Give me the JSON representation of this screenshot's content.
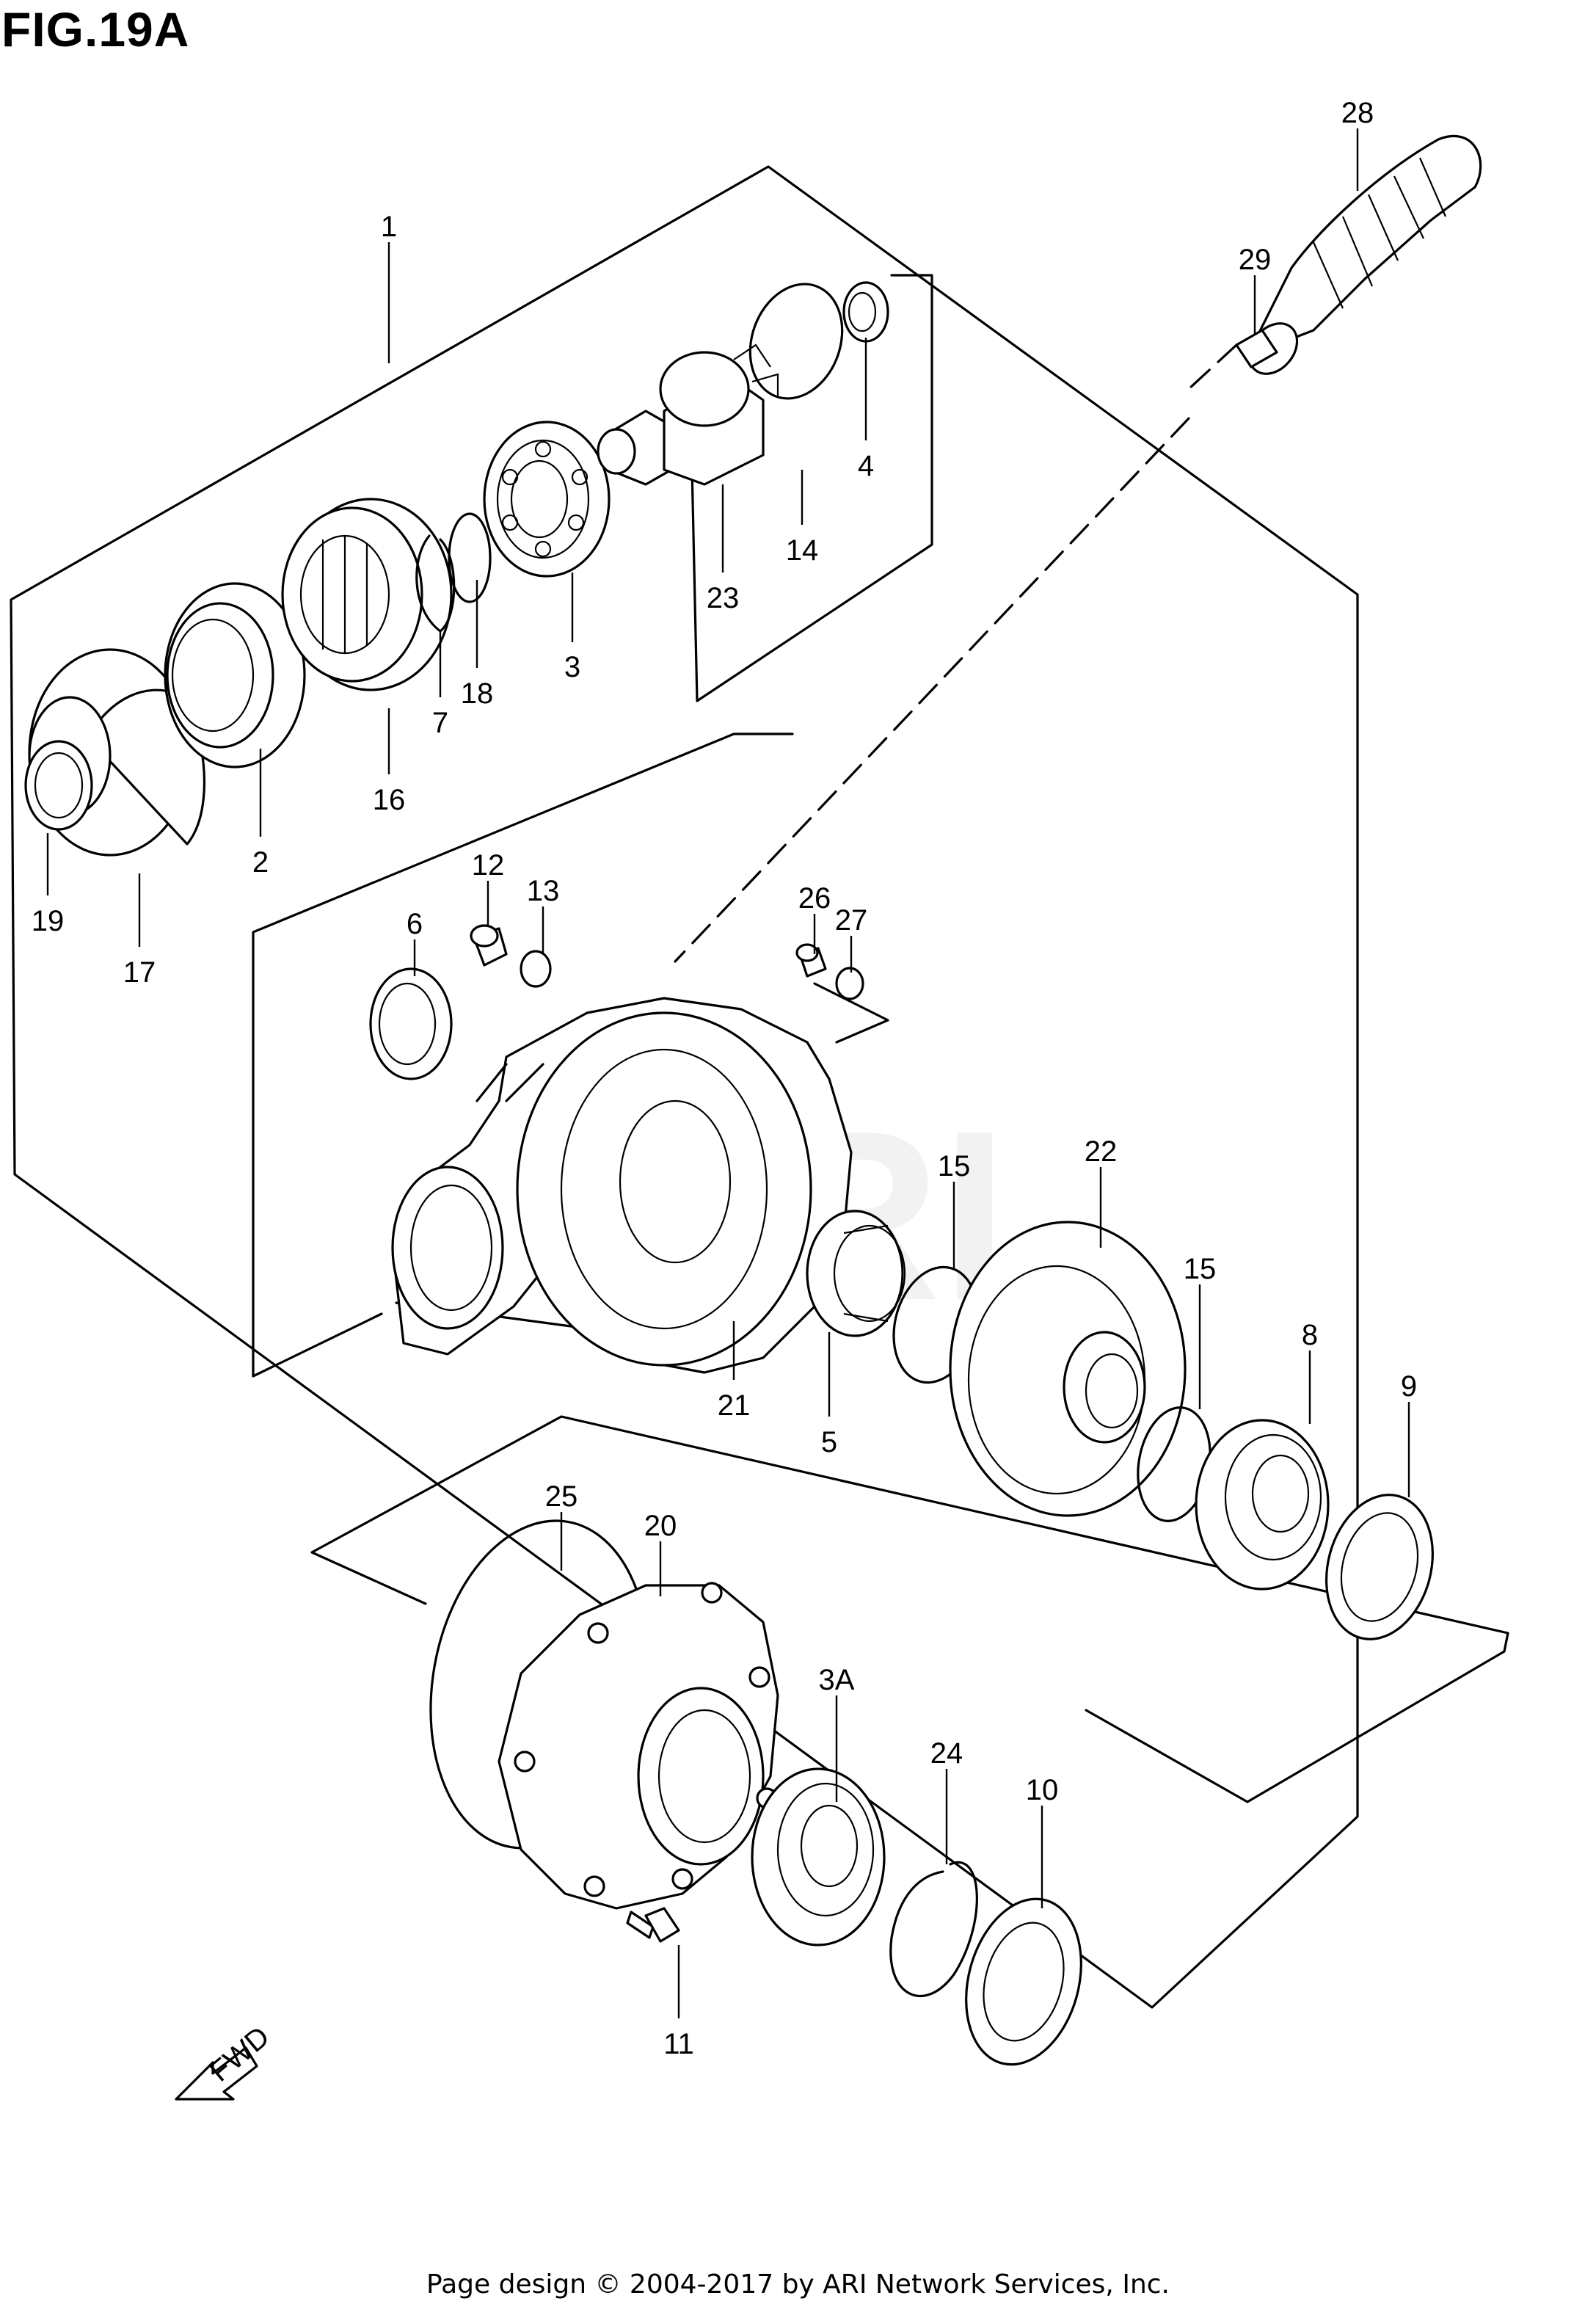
{
  "figure": {
    "title": "FIG.19A",
    "watermark": "ARI",
    "footer": "Page design © 2004-2017 by ARI Network Services, Inc.",
    "direction_label": "FWD"
  },
  "callouts": [
    {
      "id": "c1",
      "label": "1"
    },
    {
      "id": "c2",
      "label": "2"
    },
    {
      "id": "c3",
      "label": "3"
    },
    {
      "id": "c3a",
      "label": "3A"
    },
    {
      "id": "c4",
      "label": "4"
    },
    {
      "id": "c5",
      "label": "5"
    },
    {
      "id": "c6",
      "label": "6"
    },
    {
      "id": "c7",
      "label": "7"
    },
    {
      "id": "c8",
      "label": "8"
    },
    {
      "id": "c9",
      "label": "9"
    },
    {
      "id": "c10",
      "label": "10"
    },
    {
      "id": "c11",
      "label": "11"
    },
    {
      "id": "c12",
      "label": "12"
    },
    {
      "id": "c13",
      "label": "13"
    },
    {
      "id": "c14",
      "label": "14"
    },
    {
      "id": "c15a",
      "label": "15"
    },
    {
      "id": "c15b",
      "label": "15"
    },
    {
      "id": "c16",
      "label": "16"
    },
    {
      "id": "c17",
      "label": "17"
    },
    {
      "id": "c18",
      "label": "18"
    },
    {
      "id": "c19",
      "label": "19"
    },
    {
      "id": "c20",
      "label": "20"
    },
    {
      "id": "c21",
      "label": "21"
    },
    {
      "id": "c22",
      "label": "22"
    },
    {
      "id": "c23",
      "label": "23"
    },
    {
      "id": "c24",
      "label": "24"
    },
    {
      "id": "c25",
      "label": "25"
    },
    {
      "id": "c26",
      "label": "26"
    },
    {
      "id": "c27",
      "label": "27"
    },
    {
      "id": "c28",
      "label": "28"
    },
    {
      "id": "c29",
      "label": "29"
    }
  ]
}
